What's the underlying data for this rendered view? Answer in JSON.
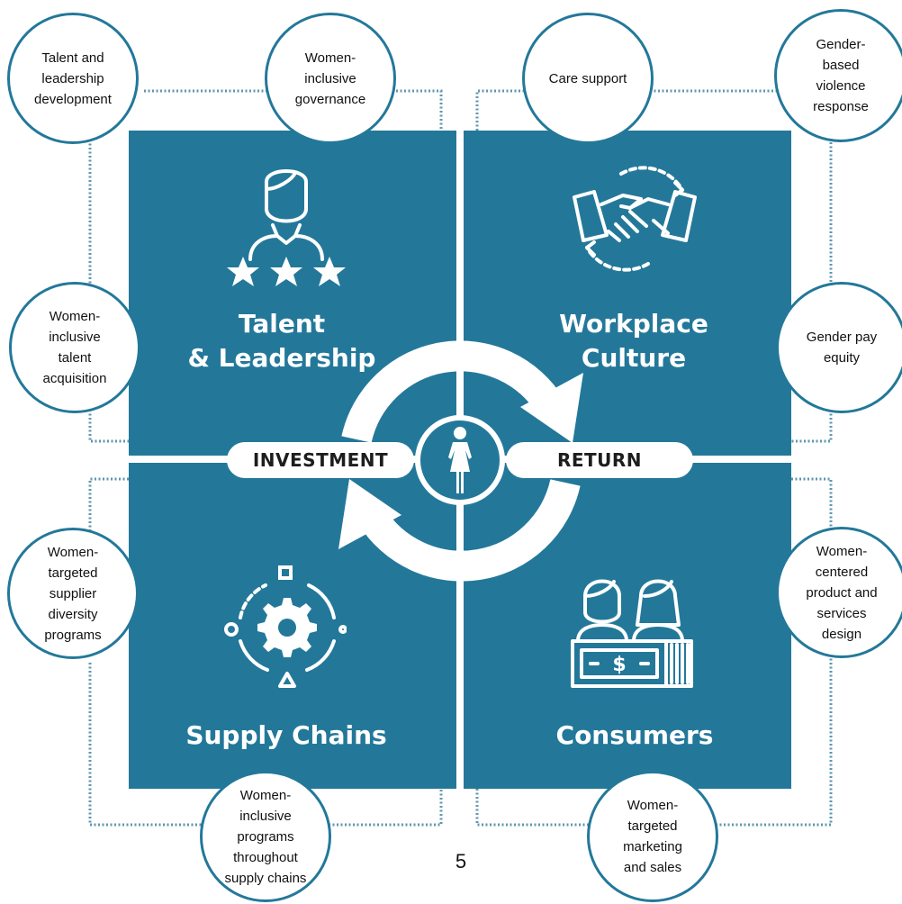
{
  "quadrants": {
    "top_left": {
      "title": "Talent\n& Leadership",
      "icon": "woman-rating-stars-icon"
    },
    "top_right": {
      "title": "Workplace\nCulture",
      "icon": "handshake-icon"
    },
    "bottom_left": {
      "title": "Supply Chains",
      "icon": "gear-cycle-icon"
    },
    "bottom_right": {
      "title": "Consumers",
      "icon": "consumers-cash-icon"
    }
  },
  "cycle": {
    "investment_label": "INVESTMENT",
    "return_label": "RETURN",
    "center_icon": "woman-figure-icon"
  },
  "bubbles": {
    "talent_leadership_development": "Talent and\nleadership\ndevelopment",
    "women_inclusive_governance": "Women-\ninclusive\ngovernance",
    "care_support": "Care support",
    "gender_based_violence_response": "Gender-\nbased\nviolence\nresponse",
    "women_inclusive_talent_acquisition": "Women-\ninclusive\ntalent\nacquisition",
    "gender_pay_equity": "Gender pay\nequity",
    "women_targeted_supplier_diversity": "Women-\ntargeted\nsupplier\ndiversity\nprograms",
    "women_centered_product_design": "Women-\ncentered\nproduct and\nservices\ndesign",
    "women_inclusive_supply_chain_programs": "Women-\ninclusive\nprograms\nthroughout\nsupply chains",
    "women_targeted_marketing": "Women-\ntargeted\nmarketing\nand sales"
  },
  "page_number": "5",
  "colors": {
    "primary": "#23789a",
    "connector": "#5e97ad",
    "text": "#111111"
  }
}
